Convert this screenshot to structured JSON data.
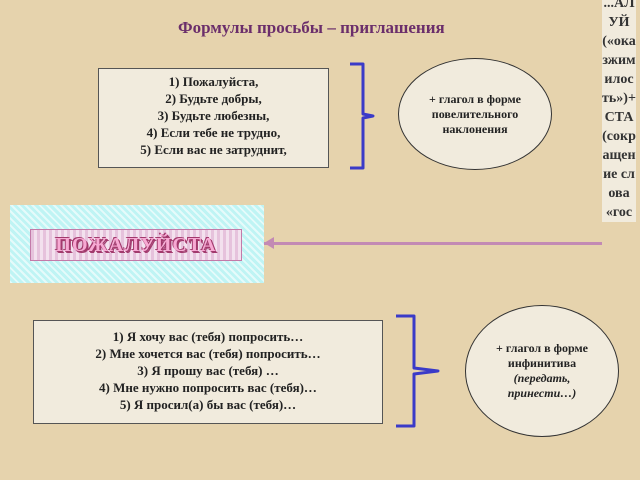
{
  "title": "Формулы просьбы – приглашения",
  "box1": {
    "lines": [
      "1) Пожалуйста,",
      "2) Будьте добры,",
      "3) Будьте любезны,",
      "4) Если тебе не трудно,",
      "5) Если вас не затруднит,"
    ]
  },
  "ellipse1": {
    "text": "+ глагол в форме повелительного наклонения"
  },
  "banner": {
    "label": "ПОЖАЛУЙСТА"
  },
  "side_column": {
    "text": "...АЛУЙ («оказжимилость»)+СТА (сокращение слова «гос"
  },
  "box2": {
    "lines": [
      "1) Я хочу вас (тебя) попросить…",
      "2) Мне хочется вас (тебя) попросить…",
      "3) Я прошу вас (тебя) …",
      "4) Мне нужно попросить вас (тебя)…",
      "5) Я просил(а) бы вас (тебя)…"
    ]
  },
  "ellipse2": {
    "text": "+ глагол в форме инфинитива",
    "examples": "(передать, принести…)"
  },
  "colors": {
    "brace": "#3a3ac8",
    "title": "#6b2e6b",
    "connector": "#c38ab4",
    "banner_bg": "#bff4f4"
  },
  "icons": [
    "bracket-brace",
    "connector-arrow"
  ]
}
